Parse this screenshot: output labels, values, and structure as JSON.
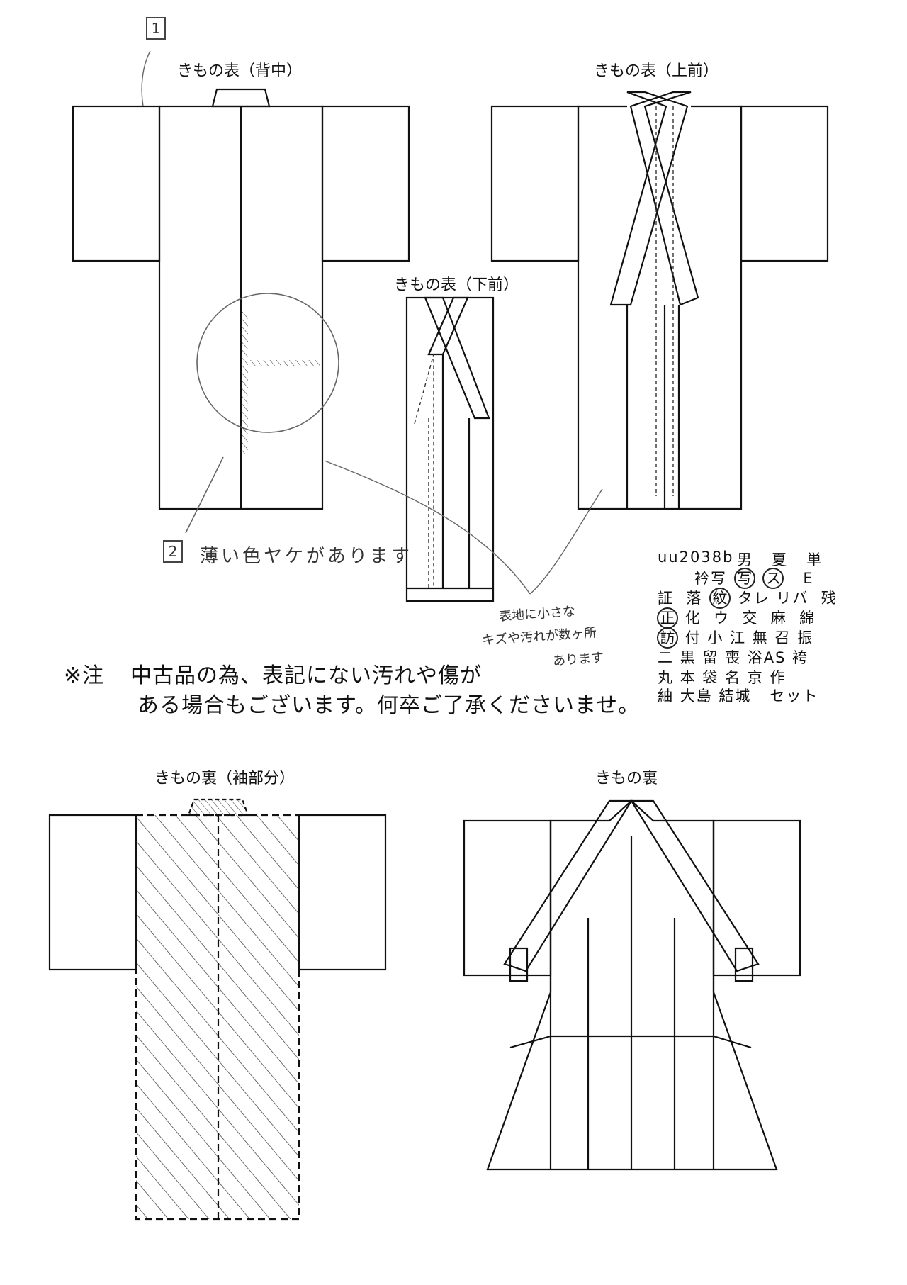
{
  "labels": {
    "back_front": "きもの表（背中）",
    "upper_front": "きもの表（上前）",
    "lower_front": "きもの表（下前）",
    "lining_sleeve": "きもの裏（袖部分）",
    "lining": "きもの裏"
  },
  "markers": {
    "one": "1",
    "two": "2"
  },
  "handwritten": {
    "stain_note": "薄い色ヤケがあります",
    "scratch_note": [
      "表地に小さな",
      "キズや汚れが数ヶ所",
      "あります"
    ]
  },
  "notice": {
    "mark": "※注",
    "line1": "中古品の為、表記にない汚れや傷が",
    "line2": "ある場合もございます。何卒ご了承くださいませ。"
  },
  "code_table": {
    "item_code": "uu2038b",
    "rows": [
      [
        "男",
        "夏",
        "単"
      ],
      [
        "衿写",
        "写",
        "ス",
        "E"
      ],
      [
        "証",
        "落",
        "紋",
        "タレ",
        "リバ",
        "残"
      ],
      [
        "正",
        "化",
        "ウ",
        "交",
        "麻",
        "綿"
      ],
      [
        "訪",
        "付",
        "小",
        "江",
        "無",
        "召",
        "振"
      ],
      [
        "二",
        "黒",
        "留",
        "喪",
        "浴",
        "AS",
        "袴"
      ],
      [
        "丸",
        "本",
        "袋",
        "名",
        "京",
        "作"
      ],
      [
        "紬",
        "大島",
        "結城",
        "セット"
      ]
    ]
  }
}
